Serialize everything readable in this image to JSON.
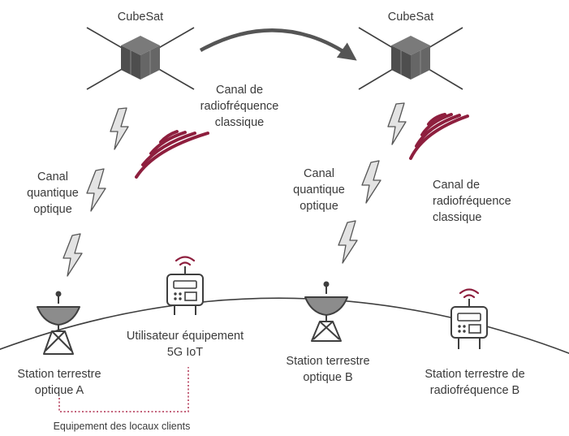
{
  "satellites": {
    "left": {
      "label": "CubeSat"
    },
    "right": {
      "label": "CubeSat"
    }
  },
  "channels": {
    "rf_left": [
      "Canal de",
      "radiofréquence",
      "classique"
    ],
    "quantum_left": [
      "Canal",
      "quantique",
      "optique"
    ],
    "quantum_right": [
      "Canal",
      "quantique",
      "optique"
    ],
    "rf_right": [
      "Canal de",
      "radiofréquence",
      "classique"
    ]
  },
  "stations": {
    "optical_a": [
      "Station terrestre",
      "optique A"
    ],
    "user_5g": [
      "Utilisateur équipement",
      "5G IoT"
    ],
    "optical_b": [
      "Station terrestre",
      "optique B"
    ],
    "rf_b": [
      "Station terrestre de",
      "radiofréquence B"
    ]
  },
  "footer": {
    "cpe_label": "Equipement des locaux clients"
  },
  "colors": {
    "rf_waves": "#8e1f3e",
    "satellite_body": "#5a5a5a",
    "outline": "#3f3f3f",
    "lightning_fill": "#e3e3e3",
    "dotted_link": "#b03050"
  }
}
